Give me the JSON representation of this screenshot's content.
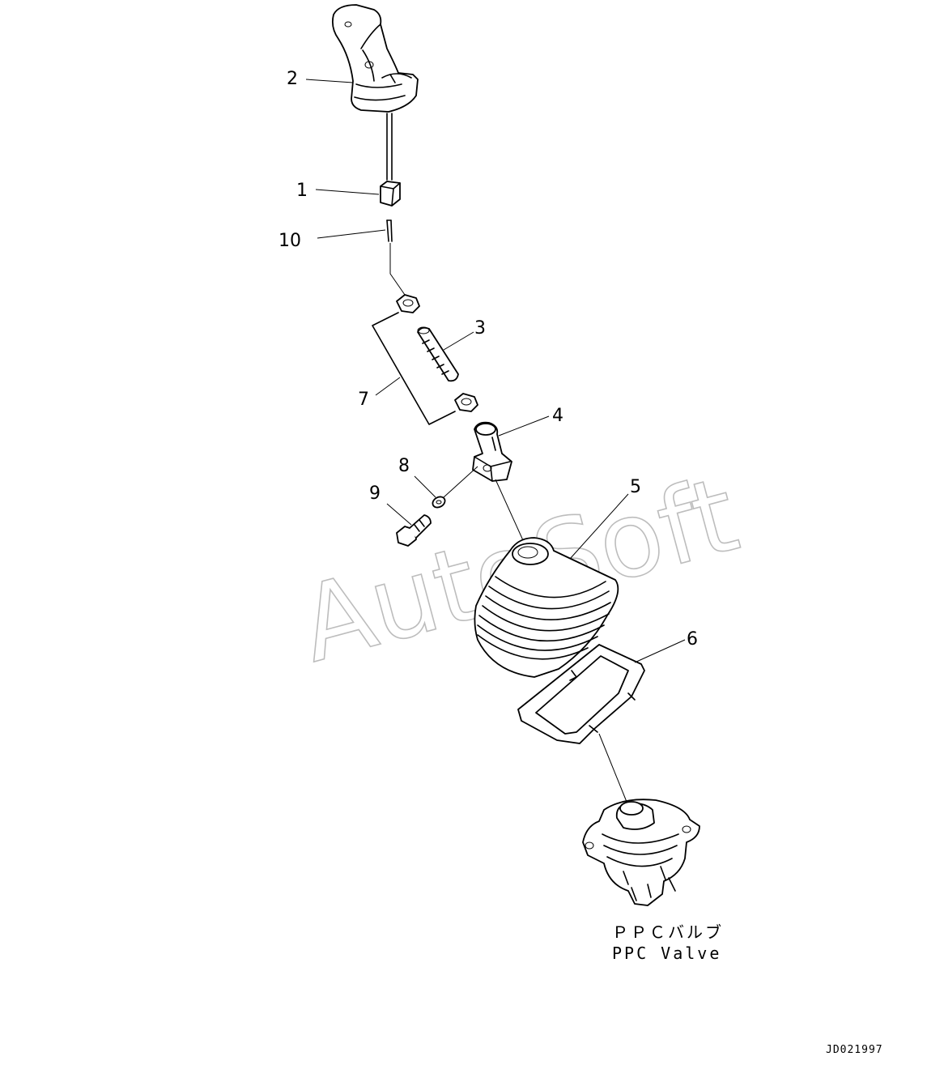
{
  "callouts": {
    "c1": "1",
    "c2": "2",
    "c3": "3",
    "c4": "4",
    "c5": "5",
    "c6": "6",
    "c7": "7",
    "c8": "8",
    "c9": "9",
    "c10": "10"
  },
  "caption": {
    "jp": "ＰＰＣバルブ",
    "en": "PPC Valve"
  },
  "watermark": "AutoSoft",
  "drawing_code": "JD021997"
}
